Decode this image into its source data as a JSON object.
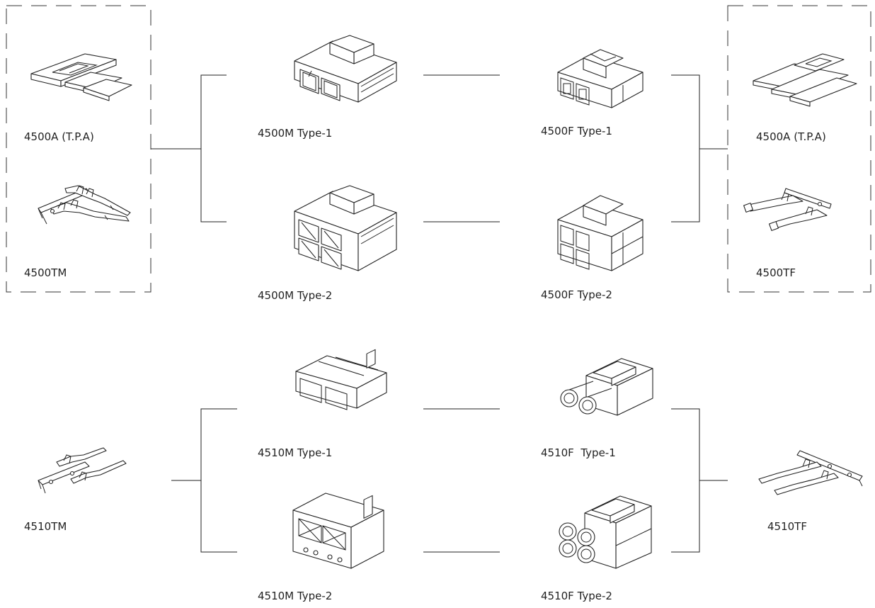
{
  "labels": {
    "a4500_left": "4500A (T.P.A)",
    "tm4500": "4500TM",
    "m4500_t1": "4500M Type-1",
    "m4500_t2": "4500M Type-2",
    "f4500_t1": "4500F Type-1",
    "f4500_t2": "4500F Type-2",
    "a4500_right": "4500A (T.P.A)",
    "tf4500": "4500TF",
    "tm4510": "4510TM",
    "m4510_t1": "4510M Type-1",
    "m4510_t2": "4510M Type-2",
    "f4510_t1": "4510F  Type-1",
    "f4510_t2": "4510F Type-2",
    "tf4510": "4510TF"
  },
  "icons": {
    "tpa": "tpa-clip-icon",
    "terminal_male": "male-terminal-strip-icon",
    "terminal_female": "female-terminal-strip-icon",
    "housing_male_2pin": "male-housing-2pin-icon",
    "housing_male_4pin": "male-housing-4pin-icon",
    "housing_female_2pin": "female-housing-2pin-icon",
    "housing_female_4pin": "female-housing-4pin-icon"
  },
  "colors": {
    "line": "#222222",
    "background": "#ffffff"
  }
}
